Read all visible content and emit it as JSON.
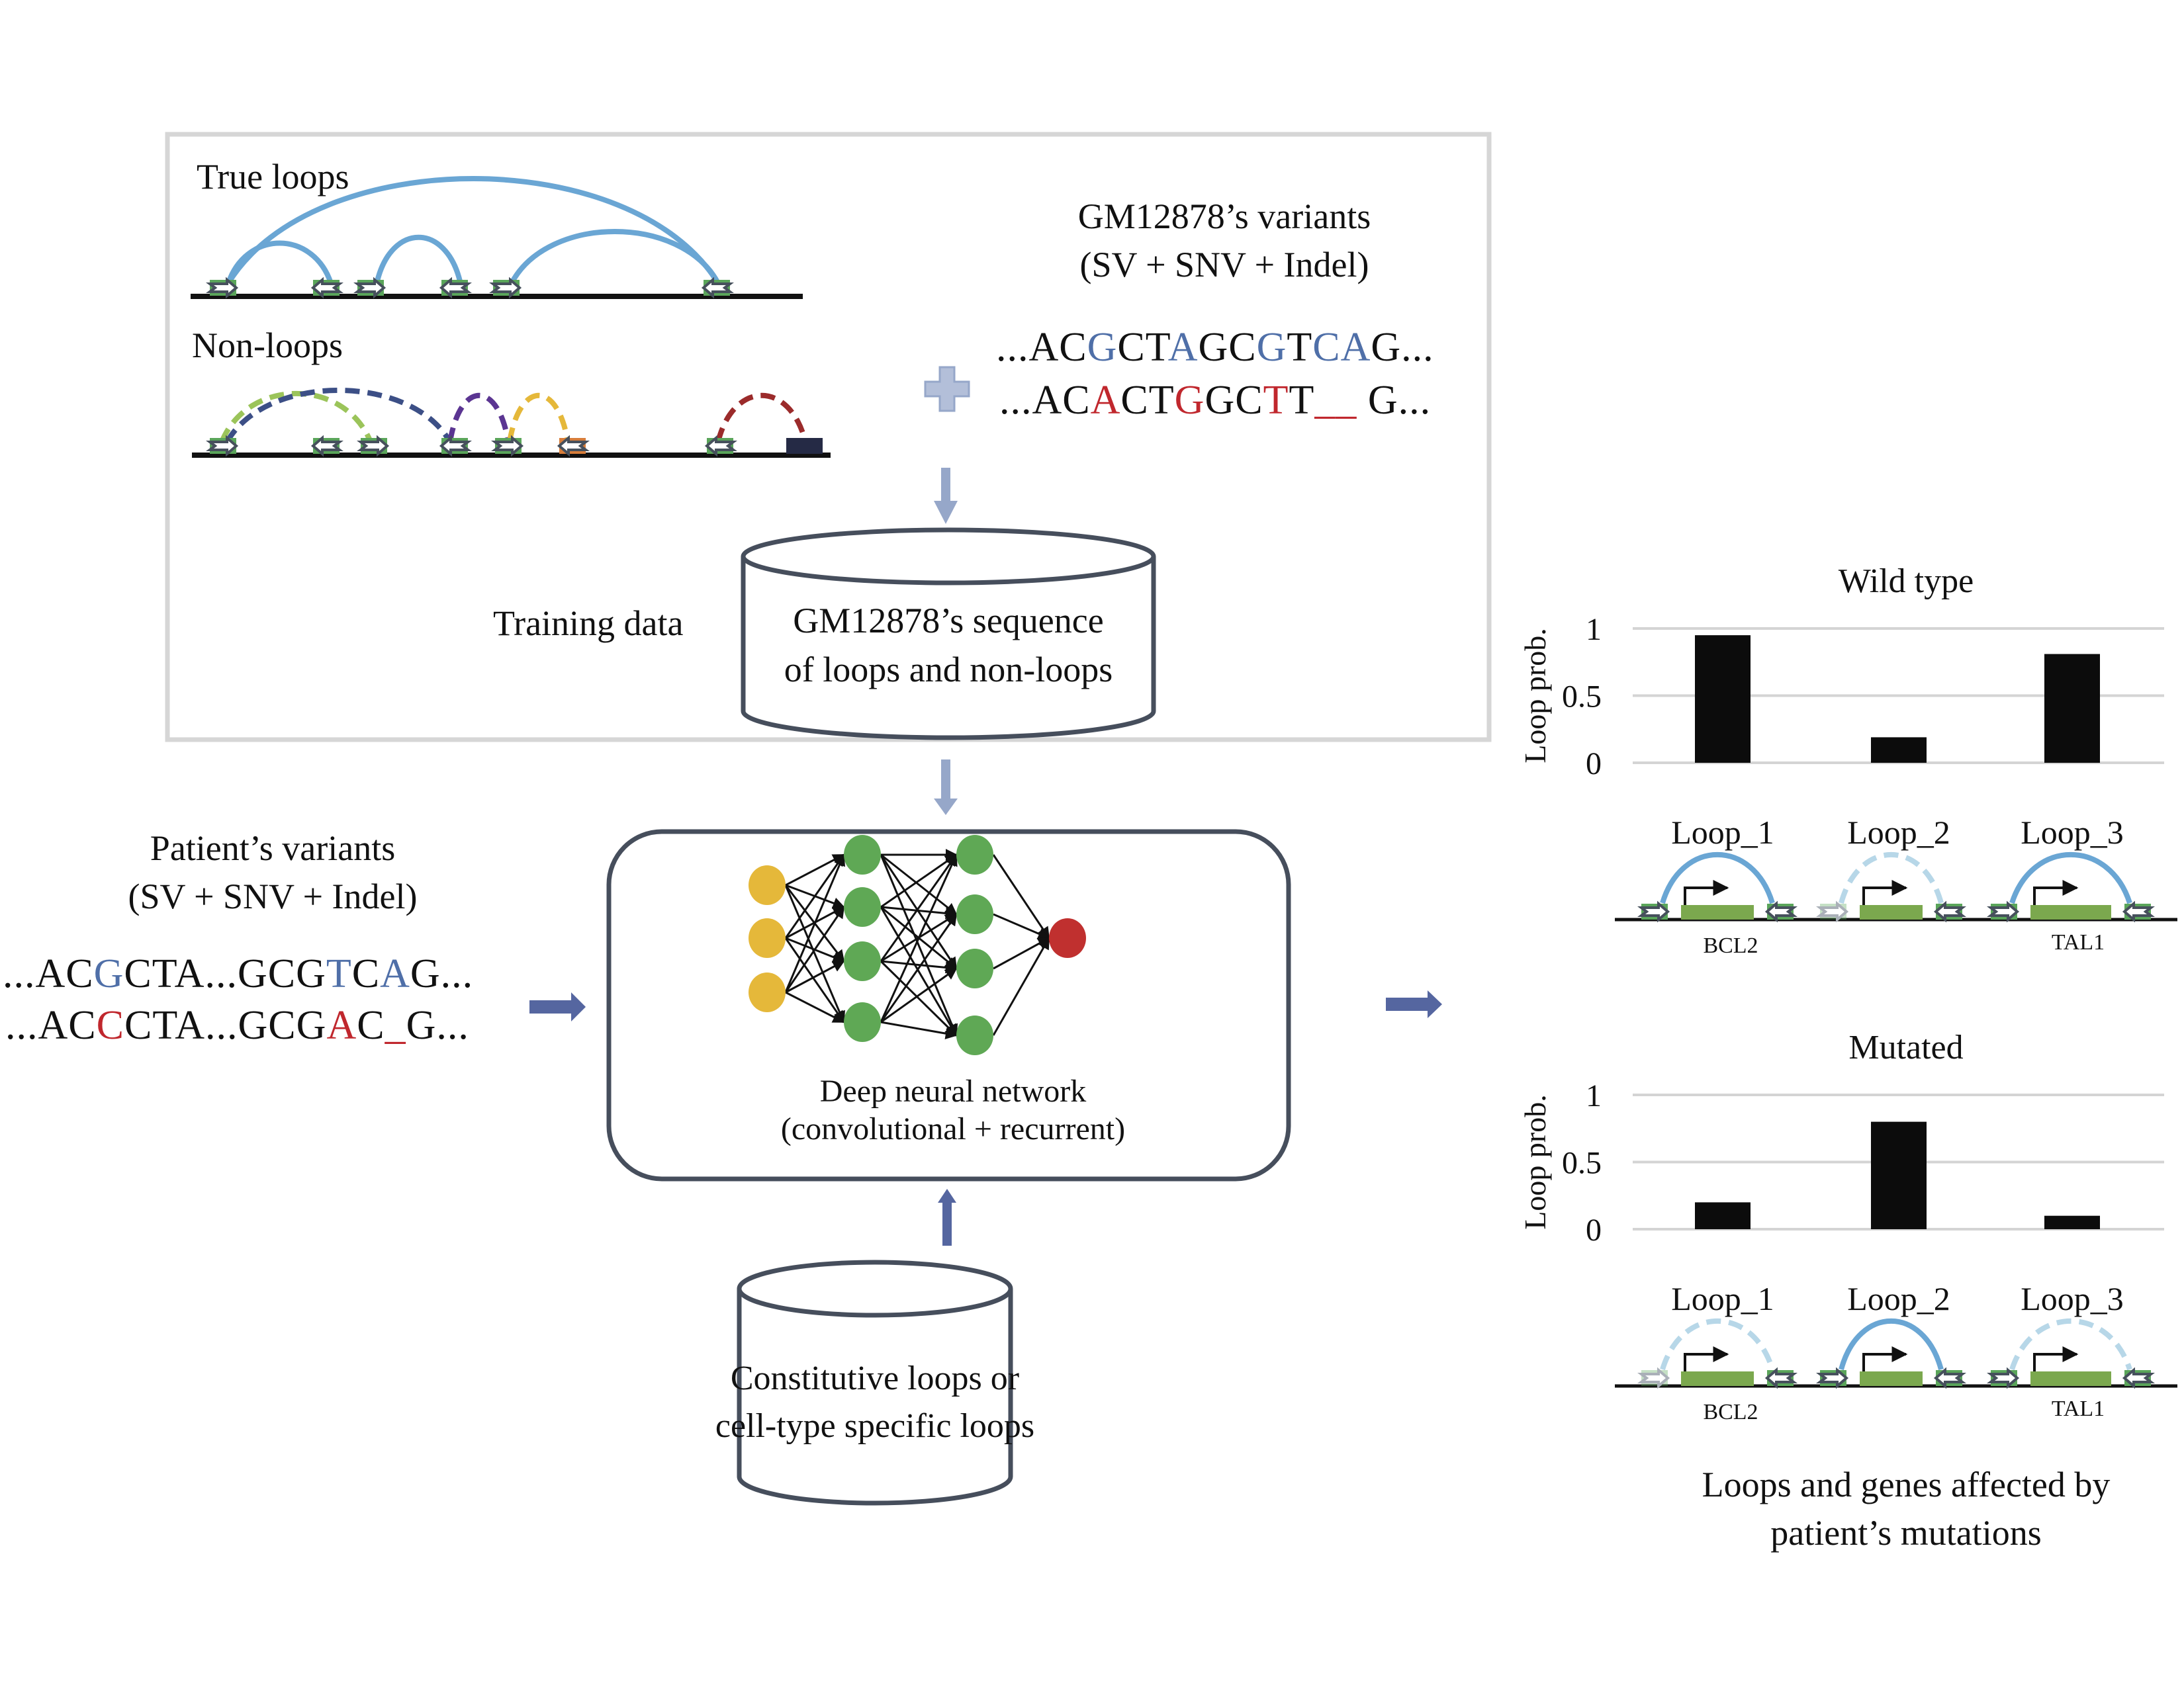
{
  "training_panel": {
    "true_loops_label": "True loops",
    "non_loops_label": "Non-loops",
    "gm_variants_title": "GM12878’s variants",
    "gm_variants_subtitle": "(SV + SNV + Indel)",
    "gm_seq_reference": [
      {
        "t": "...AC",
        "c": "normal"
      },
      {
        "t": "G",
        "c": "ref"
      },
      {
        "t": "CT",
        "c": "normal"
      },
      {
        "t": "A",
        "c": "ref"
      },
      {
        "t": "GC",
        "c": "normal"
      },
      {
        "t": "G",
        "c": "ref"
      },
      {
        "t": "T",
        "c": "normal"
      },
      {
        "t": "CA",
        "c": "ref"
      },
      {
        "t": "G...",
        "c": "normal"
      }
    ],
    "gm_seq_variant": [
      {
        "t": "...AC",
        "c": "normal"
      },
      {
        "t": "A",
        "c": "alt"
      },
      {
        "t": "CT",
        "c": "normal"
      },
      {
        "t": "G",
        "c": "alt"
      },
      {
        "t": "GC",
        "c": "normal"
      },
      {
        "t": "T",
        "c": "alt"
      },
      {
        "t": "T",
        "c": "normal"
      },
      {
        "t": "__",
        "c": "alt"
      },
      {
        "t": " G...",
        "c": "normal"
      }
    ],
    "plus_icon": "plus-icon",
    "training_data_label": "Training data",
    "training_db_line1": "GM12878’s sequence",
    "training_db_line2": "of loops and non-loops"
  },
  "patient": {
    "title": "Patient’s variants",
    "subtitle": "(SV + SNV + Indel)",
    "seq_reference": [
      {
        "t": "...AC",
        "c": "normal"
      },
      {
        "t": "G",
        "c": "ref"
      },
      {
        "t": "CTA...GCG",
        "c": "normal"
      },
      {
        "t": "T",
        "c": "ref"
      },
      {
        "t": "C",
        "c": "normal"
      },
      {
        "t": "A",
        "c": "ref"
      },
      {
        "t": "G...",
        "c": "normal"
      }
    ],
    "seq_variant": [
      {
        "t": "...AC",
        "c": "normal"
      },
      {
        "t": "C",
        "c": "alt"
      },
      {
        "t": "CTA...GCG",
        "c": "normal"
      },
      {
        "t": "A",
        "c": "alt"
      },
      {
        "t": "C",
        "c": "normal"
      },
      {
        "t": "_",
        "c": "alt"
      },
      {
        "t": "G...",
        "c": "normal"
      }
    ]
  },
  "model": {
    "line1": "Deep neural network",
    "line2": "(convolutional + recurrent)",
    "layers": [
      3,
      4,
      4,
      1
    ]
  },
  "loops_db": {
    "line1": "Constitutive loops or",
    "line2": "cell-type specific loops"
  },
  "results": {
    "caption_line1": "Loops and genes affected by",
    "caption_line2": "patient’s mutations",
    "genes": [
      "BCL2",
      "TAL1"
    ]
  },
  "colors": {
    "ref_base": "#4f6fa8",
    "alt_base": "#c0272d",
    "loop_arc": "#6aa6d4",
    "loop_arc_faded": "#b7d7e8",
    "anchor_green": "#5aa55a",
    "gene_green": "#7ba84e",
    "arrow_blue": "#5566a0",
    "arrow_light": "#96a7c9",
    "box_border": "#464e5c",
    "panel_border": "#d6d6d6",
    "input_node": "#e5b83a",
    "hidden_node": "#5fa855",
    "output_node": "#c0302f",
    "bar": "#0c0c0c"
  },
  "chart_data": [
    {
      "type": "bar",
      "title": "Wild type",
      "xlabel": "",
      "ylabel": "Loop prob.",
      "categories": [
        "Loop_1",
        "Loop_2",
        "Loop_3"
      ],
      "values": [
        0.95,
        0.19,
        0.81
      ],
      "ylim": [
        0,
        1
      ],
      "yticks": [
        "0",
        "0.5",
        "1"
      ],
      "grid": true,
      "loop_state": [
        "formed",
        "absent",
        "formed"
      ]
    },
    {
      "type": "bar",
      "title": "Mutated",
      "xlabel": "",
      "ylabel": "Loop prob.",
      "categories": [
        "Loop_1",
        "Loop_2",
        "Loop_3"
      ],
      "values": [
        0.2,
        0.8,
        0.1
      ],
      "ylim": [
        0,
        1
      ],
      "yticks": [
        "0",
        "0.5",
        "1"
      ],
      "grid": true,
      "loop_state": [
        "absent",
        "formed",
        "absent"
      ]
    }
  ]
}
